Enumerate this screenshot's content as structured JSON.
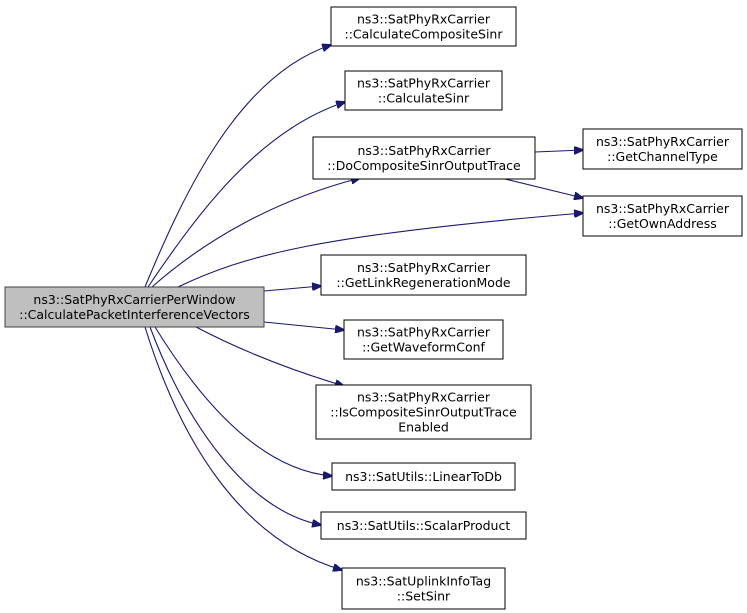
{
  "graph": {
    "root": {
      "id": "root",
      "lines": [
        "ns3::SatPhyRxCarrierPerWindow",
        "::CalculatePacketInterferenceVectors"
      ]
    },
    "nodes": [
      {
        "id": "calc-composite-sinr",
        "lines": [
          "ns3::SatPhyRxCarrier",
          "::CalculateCompositeSinr"
        ]
      },
      {
        "id": "calc-sinr",
        "lines": [
          "ns3::SatPhyRxCarrier",
          "::CalculateSinr"
        ]
      },
      {
        "id": "do-composite-trace",
        "lines": [
          "ns3::SatPhyRxCarrier",
          "::DoCompositeSinrOutputTrace"
        ]
      },
      {
        "id": "get-channel-type",
        "lines": [
          "ns3::SatPhyRxCarrier",
          "::GetChannelType"
        ]
      },
      {
        "id": "get-own-address",
        "lines": [
          "ns3::SatPhyRxCarrier",
          "::GetOwnAddress"
        ]
      },
      {
        "id": "get-link-regen",
        "lines": [
          "ns3::SatPhyRxCarrier",
          "::GetLinkRegenerationMode"
        ]
      },
      {
        "id": "get-waveform-conf",
        "lines": [
          "ns3::SatPhyRxCarrier",
          "::GetWaveformConf"
        ]
      },
      {
        "id": "is-composite-trace",
        "lines": [
          "ns3::SatPhyRxCarrier",
          "::IsCompositeSinrOutputTrace",
          "Enabled"
        ]
      },
      {
        "id": "linear-to-db",
        "lines": [
          "ns3::SatUtils::LinearToDb"
        ]
      },
      {
        "id": "scalar-product",
        "lines": [
          "ns3::SatUtils::ScalarProduct"
        ]
      },
      {
        "id": "set-sinr",
        "lines": [
          "ns3::SatUplinkInfoTag",
          "::SetSinr"
        ]
      }
    ],
    "edges": [
      {
        "from": "root",
        "to": "calc-composite-sinr"
      },
      {
        "from": "root",
        "to": "calc-sinr"
      },
      {
        "from": "root",
        "to": "do-composite-trace"
      },
      {
        "from": "root",
        "to": "get-own-address"
      },
      {
        "from": "root",
        "to": "get-link-regen"
      },
      {
        "from": "root",
        "to": "get-waveform-conf"
      },
      {
        "from": "root",
        "to": "is-composite-trace"
      },
      {
        "from": "root",
        "to": "linear-to-db"
      },
      {
        "from": "root",
        "to": "scalar-product"
      },
      {
        "from": "root",
        "to": "set-sinr"
      },
      {
        "from": "do-composite-trace",
        "to": "get-channel-type"
      },
      {
        "from": "do-composite-trace",
        "to": "get-own-address"
      }
    ]
  }
}
